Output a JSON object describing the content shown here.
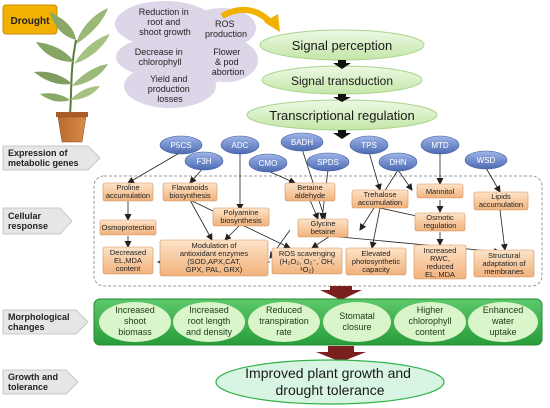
{
  "drought_badge": "Drought",
  "drought_effects": [
    {
      "lines": [
        "Reduction in",
        "root and",
        "shoot growth"
      ]
    },
    {
      "lines": [
        "ROS",
        "production"
      ]
    },
    {
      "lines": [
        "Decrease in",
        "chlorophyll"
      ]
    },
    {
      "lines": [
        "Flower",
        "& pod",
        "abortion"
      ]
    },
    {
      "lines": [
        "Yield and",
        "production",
        "losses"
      ]
    }
  ],
  "pathway": {
    "signal_perception": "Signal perception",
    "signal_transduction": "Signal transduction",
    "transcriptional_regulation": "Transcriptional regulation"
  },
  "row_labels": [
    {
      "lines": [
        "Expression of",
        "metabolic genes"
      ]
    },
    {
      "lines": [
        "Cellular",
        "response"
      ]
    },
    {
      "lines": [
        "Morphological",
        "changes"
      ]
    },
    {
      "lines": [
        "Growth and",
        "tolerance"
      ]
    }
  ],
  "genes": [
    "P5CS",
    "F3H",
    "ADC",
    "CMO",
    "BADH",
    "SPDS",
    "TPS",
    "DHN",
    "MTD",
    "WSD"
  ],
  "cellular_boxes": [
    {
      "lines": [
        "Proline",
        "accumulation"
      ]
    },
    {
      "lines": [
        "Flavanoids",
        "biosynthesis"
      ]
    },
    {
      "lines": [
        "Betaine",
        "aldehyde"
      ]
    },
    {
      "lines": [
        "Trehalose",
        "accumulation"
      ]
    },
    {
      "lines": [
        "Mannitol"
      ]
    },
    {
      "lines": [
        "Lipids",
        "accumulation"
      ]
    },
    {
      "lines": [
        "Polyamine",
        "biosynthesis"
      ]
    },
    {
      "lines": [
        "Osmoprotection"
      ]
    },
    {
      "lines": [
        "Glycine",
        "betaine"
      ]
    },
    {
      "lines": [
        "Osmotic",
        "regulation"
      ]
    },
    {
      "lines": [
        "Decreased",
        "EL,MDA",
        "content"
      ]
    },
    {
      "lines": [
        "Modulation of",
        "antioxidant enzymes",
        "(SOD,APX,CAT,",
        "GPX, PAL, GRX)"
      ]
    },
    {
      "lines": [
        "ROS scavenging",
        "(H₂O₂,˙O₂⁻,˙OH,",
        "¹O₂)"
      ]
    },
    {
      "lines": [
        "Elevated",
        "photosynthetic",
        "capacity"
      ]
    },
    {
      "lines": [
        "Increased",
        "RWC,",
        "reduced",
        "EL, MDA"
      ]
    },
    {
      "lines": [
        "Structural",
        "adaptation of",
        "membranes"
      ]
    }
  ],
  "morphological_changes": [
    {
      "lines": [
        "Increased",
        "shoot",
        "biomass"
      ]
    },
    {
      "lines": [
        "Increased",
        "root length",
        "and density"
      ]
    },
    {
      "lines": [
        "Reduced",
        "transpiration",
        "rate"
      ]
    },
    {
      "lines": [
        "Stomatal",
        "closure"
      ]
    },
    {
      "lines": [
        "Higher",
        "chlorophyll",
        "content"
      ]
    },
    {
      "lines": [
        "Enhanced",
        "water",
        "uptake"
      ]
    }
  ],
  "outcome": {
    "lines": [
      "Improved plant growth and",
      "drought tolerance"
    ]
  },
  "colors": {
    "drought_badge": "#f2b000",
    "effects_cloud": "#dcd6e8",
    "pathway_fill": "#d7efc2",
    "gene_fill": "#6b86c8",
    "cell_box": "#f7c79e",
    "morph_band": "#35b14a",
    "morph_ellipse": "#d9f5c9",
    "outcome_fill": "#d7f5e2",
    "dark_arrow": "#7a1e1e",
    "label_arrow": "#e6e6e6"
  }
}
